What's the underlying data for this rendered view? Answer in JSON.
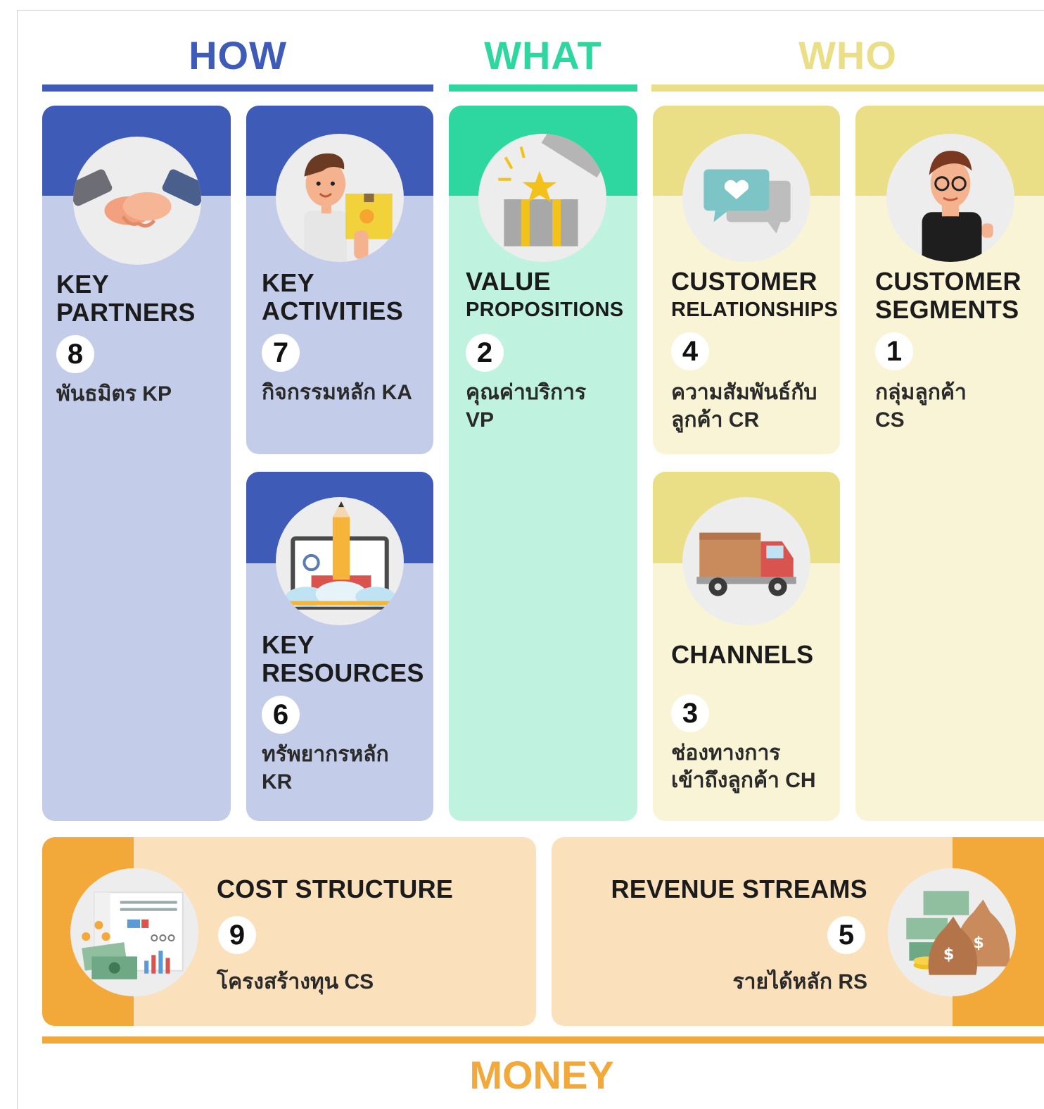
{
  "headers": {
    "how": "HOW",
    "what": "WHAT",
    "who": "WHO",
    "money": "MONEY"
  },
  "colors": {
    "how": "#3f5bb8",
    "what": "#2ed7a0",
    "who": "#eadf86",
    "money": "#f3a93a"
  },
  "blocks": {
    "key_partners": {
      "title1": "KEY",
      "title2": "PARTNERS",
      "number": "8",
      "label": "พันธมิตร KP",
      "icon": "handshake-icon"
    },
    "key_activities": {
      "title1": "KEY",
      "title2": "ACTIVITIES",
      "number": "7",
      "label": "กิจกรรมหลัก KA",
      "icon": "worker-with-box-icon"
    },
    "key_resources": {
      "title1": "KEY",
      "title2": "RESOURCES",
      "number": "6",
      "label1": "ทรัพยากรหลัก",
      "label2": "KR",
      "icon": "pencil-laptop-icon"
    },
    "value_propositions": {
      "title1": "VALUE",
      "title2": "PROPOSITIONS",
      "number": "2",
      "label1": "คุณค่าบริการ",
      "label2": "VP",
      "icon": "gift-box-icon"
    },
    "customer_relationships": {
      "title1": "CUSTOMER",
      "title2": "RELATIONSHIPS",
      "number": "4",
      "label1": "ความสัมพันธ์กับ",
      "label2": "ลูกค้า CR",
      "icon": "chat-heart-icon"
    },
    "channels": {
      "title": "CHANNELS",
      "number": "3",
      "label1": "ช่องทางการ",
      "label2": "เข้าถึงลูกค้า CH",
      "icon": "delivery-truck-icon"
    },
    "customer_segments": {
      "title1": "CUSTOMER",
      "title2": "SEGMENTS",
      "number": "1",
      "label1": "กลุ่มลูกค้า",
      "label2": "CS",
      "icon": "customer-person-icon"
    },
    "cost_structure": {
      "title": "COST STRUCTURE",
      "number": "9",
      "label": "โครงสร้างทุน CS",
      "icon": "cost-report-icon"
    },
    "revenue_streams": {
      "title": "REVENUE STREAMS",
      "number": "5",
      "label": "รายได้หลัก RS",
      "icon": "money-bags-icon"
    }
  }
}
